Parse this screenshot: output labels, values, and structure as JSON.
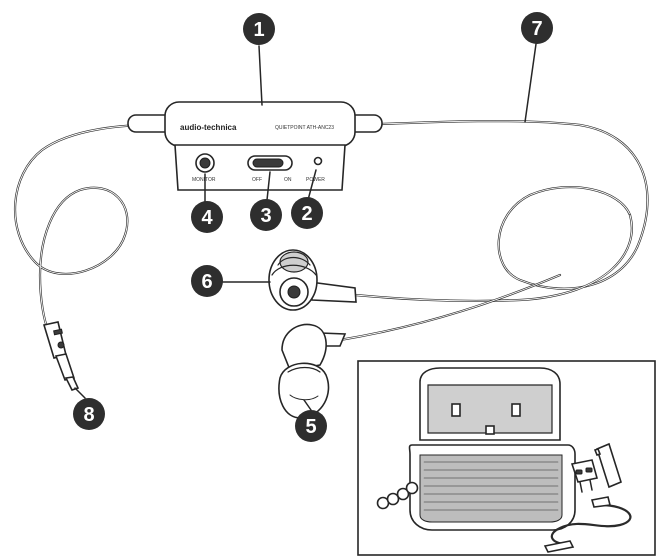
{
  "control_box": {
    "brand": "audio-technica",
    "model": "QUIETPOINT ATH-ANC23",
    "monitor_label": "MONITOR",
    "switch_off_label": "OFF",
    "switch_on_label": "ON",
    "power_label": "POWER"
  },
  "callouts": [
    "1",
    "2",
    "3",
    "4",
    "5",
    "6",
    "7",
    "8"
  ],
  "inset_callouts": [
    "",
    "",
    "",
    ""
  ],
  "colors": {
    "ink": "#262626",
    "callout_fill": "#2e2e2e",
    "background": "#ffffff"
  }
}
